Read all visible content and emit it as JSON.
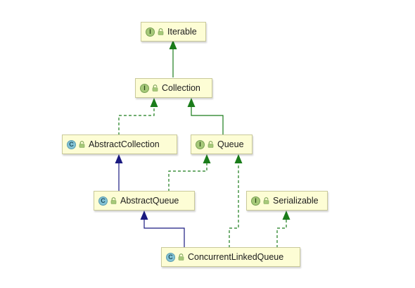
{
  "diagram": {
    "nodes": {
      "iterable": {
        "label": "Iterable",
        "kind": "interface",
        "badge": "I"
      },
      "collection": {
        "label": "Collection",
        "kind": "interface",
        "badge": "I"
      },
      "abstract_collection": {
        "label": "AbstractCollection",
        "kind": "abstract-class",
        "badge": "C"
      },
      "queue": {
        "label": "Queue",
        "kind": "interface",
        "badge": "I"
      },
      "abstract_queue": {
        "label": "AbstractQueue",
        "kind": "abstract-class",
        "badge": "C"
      },
      "serializable": {
        "label": "Serializable",
        "kind": "interface",
        "badge": "I"
      },
      "concurrent_linked_queue": {
        "label": "ConcurrentLinkedQueue",
        "kind": "class",
        "badge": "C"
      }
    },
    "edges": [
      {
        "from": "Collection",
        "to": "Iterable",
        "type": "extends-interface"
      },
      {
        "from": "AbstractCollection",
        "to": "Collection",
        "type": "implements"
      },
      {
        "from": "Queue",
        "to": "Collection",
        "type": "extends-interface"
      },
      {
        "from": "AbstractQueue",
        "to": "AbstractCollection",
        "type": "extends-class"
      },
      {
        "from": "AbstractQueue",
        "to": "Queue",
        "type": "implements"
      },
      {
        "from": "ConcurrentLinkedQueue",
        "to": "AbstractQueue",
        "type": "extends-class"
      },
      {
        "from": "ConcurrentLinkedQueue",
        "to": "Queue",
        "type": "implements"
      },
      {
        "from": "ConcurrentLinkedQueue",
        "to": "Serializable",
        "type": "implements"
      }
    ],
    "colors": {
      "interface_edge": "#1a7c1a",
      "class_edge": "#1a1a80",
      "node_fill": "#fdfdd5",
      "node_border": "#c9c99a",
      "interface_badge": "#a6c979",
      "class_badge": "#84c3d6"
    },
    "icons": {
      "interface_badge": "interface-badge-icon",
      "class_badge": "class-badge-icon",
      "visibility": "lock-icon"
    }
  }
}
